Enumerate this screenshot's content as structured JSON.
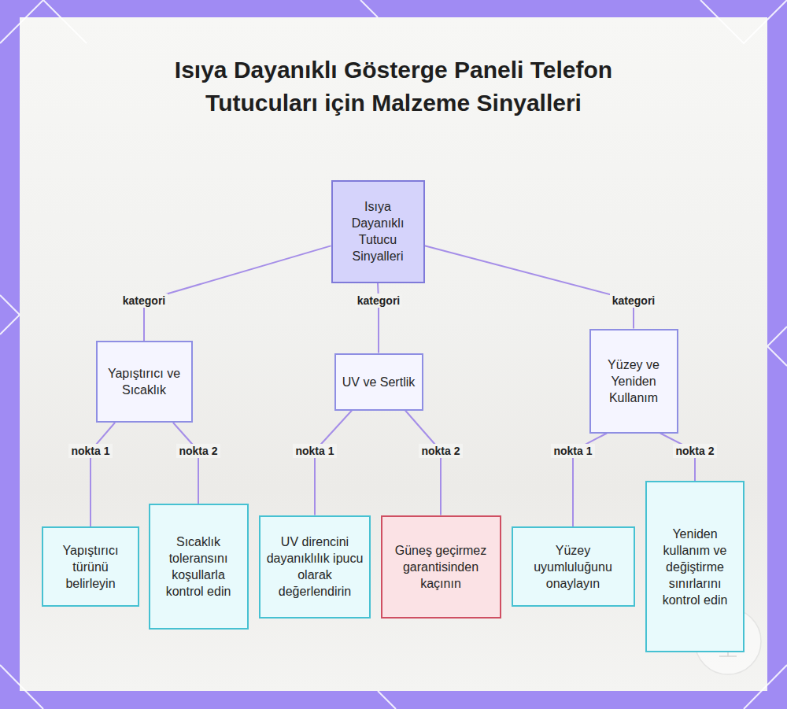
{
  "diagram": {
    "title": "Isıya Dayanıklı Gösterge Paneli Telefon Tutucuları için Malzeme Sinyalleri",
    "nodes": [
      {
        "text": [
          "Isıya Dayanıklı Tutucu Sinyalleri"
        ]
      },
      {
        "text": [
          "Yapıştırıcı ve Sıcaklık"
        ]
      },
      {
        "text": [
          "UV ve Sertlik"
        ]
      },
      {
        "text": [
          "Yüzey ve Yeniden Kullanım"
        ]
      },
      {
        "text": [
          "Yapıştırıcı türünü belirleyin"
        ]
      },
      {
        "text": [
          "Sıcaklık toleransını koşullarla kontrol edin"
        ]
      },
      {
        "text": [
          "UV direncini dayanıklılık ipucu olarak değerlendirin"
        ]
      },
      {
        "text": [
          "Güneş geçirmez garantisinden kaçının"
        ]
      },
      {
        "text": [
          "Yüzey uyumluluğunu onaylayın"
        ]
      },
      {
        "text": [
          "Yeniden kullanım ve değiştirme sınırlarını kontrol edin"
        ]
      }
    ],
    "edges": [
      {
        "from": 0,
        "to": 1,
        "label": "kategori",
        "arrow": "none"
      },
      {
        "from": 0,
        "to": 2,
        "label": "kategori",
        "arrow": "none"
      },
      {
        "from": 0,
        "to": 3,
        "label": "kategori",
        "arrow": "none"
      },
      {
        "from": 1,
        "to": 4,
        "label": "nokta 1",
        "arrow": "none"
      },
      {
        "from": 1,
        "to": 5,
        "label": "nokta 2",
        "arrow": "none"
      },
      {
        "from": 2,
        "to": 6,
        "label": "nokta 1",
        "arrow": "none"
      },
      {
        "from": 2,
        "to": 7,
        "label": "nokta 2",
        "arrow": "none"
      },
      {
        "from": 3,
        "to": 8,
        "label": "nokta 1",
        "arrow": "none"
      },
      {
        "from": 3,
        "to": 9,
        "label": "nokta 2",
        "arrow": "none"
      }
    ]
  }
}
